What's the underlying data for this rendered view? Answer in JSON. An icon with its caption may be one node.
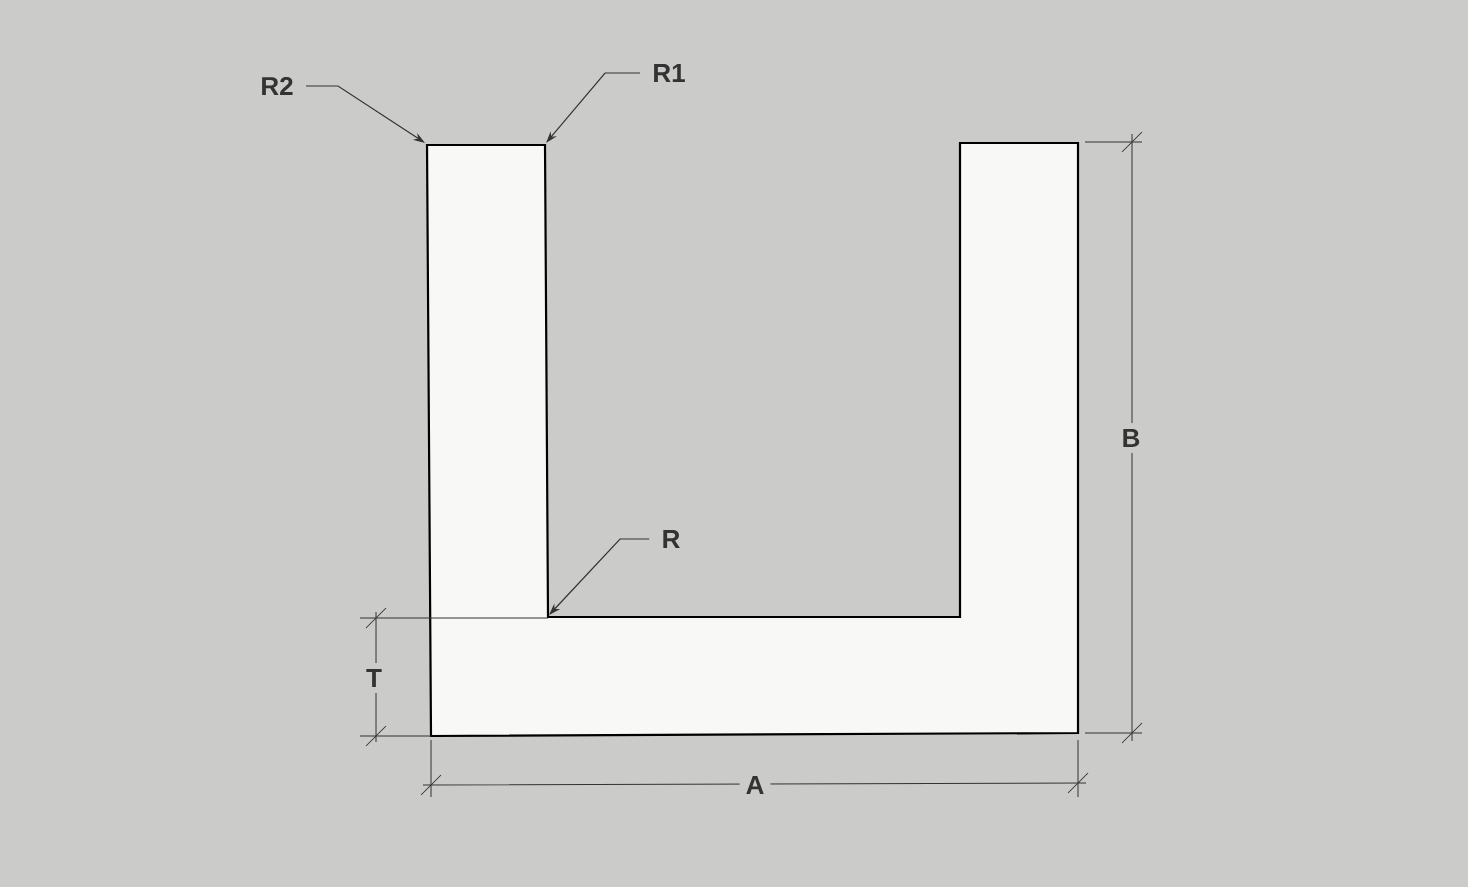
{
  "diagram": {
    "nodes": [
      {
        "text": [
          "R2"
        ]
      },
      {
        "text": [
          "R1"
        ]
      },
      {
        "text": [
          "R"
        ]
      }
    ],
    "edges": [
      {
        "from": 0,
        "to": null,
        "arrow": "to"
      },
      {
        "from": 1,
        "to": null,
        "arrow": "to"
      },
      {
        "from": 2,
        "to": null,
        "arrow": "to"
      }
    ],
    "labels": [
      "B",
      "T",
      "A"
    ]
  }
}
